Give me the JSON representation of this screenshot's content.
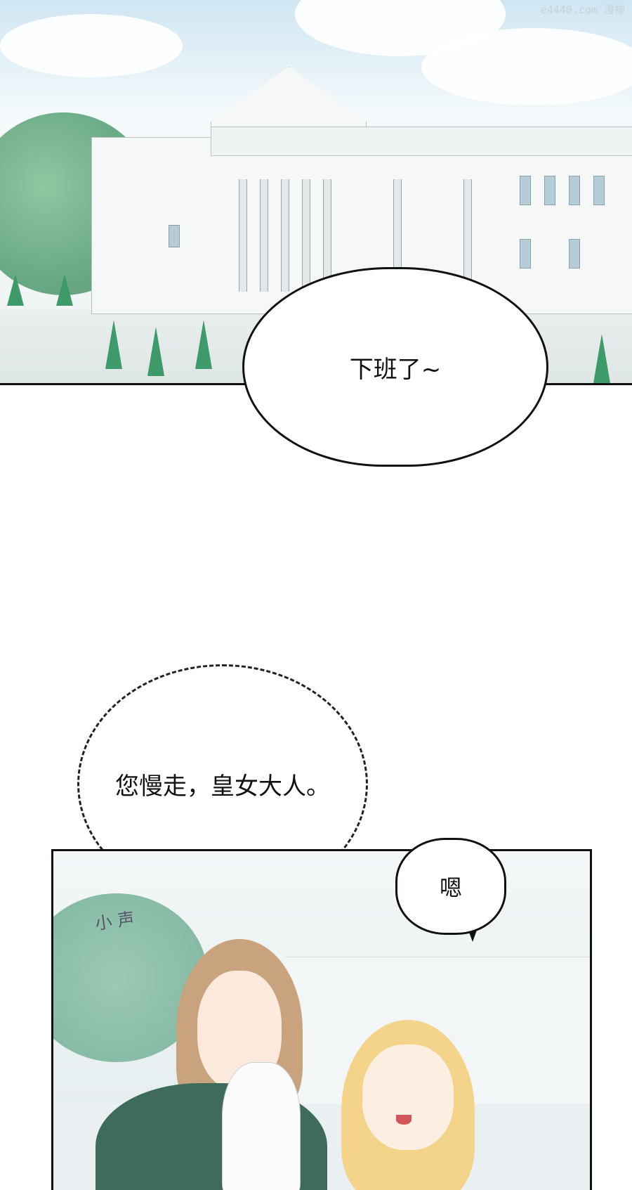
{
  "watermark": "e4440.com 漫神",
  "panels": {
    "top": {
      "scene": "palace-exterior",
      "bubble_text": "下班了~"
    },
    "middle": {
      "dashed_bubble_text": "您慢走，皇女大人。",
      "whisper_sfx": "小声"
    },
    "bottom": {
      "scene": "two-characters",
      "bubble_text": "嗯"
    }
  },
  "colors": {
    "sky": "#cfe6f3",
    "trees": "#3f9a6a",
    "cloak": "#3f6b5c",
    "blonde_hair": "#f3d48a",
    "brown_hair": "#c9a27e"
  }
}
